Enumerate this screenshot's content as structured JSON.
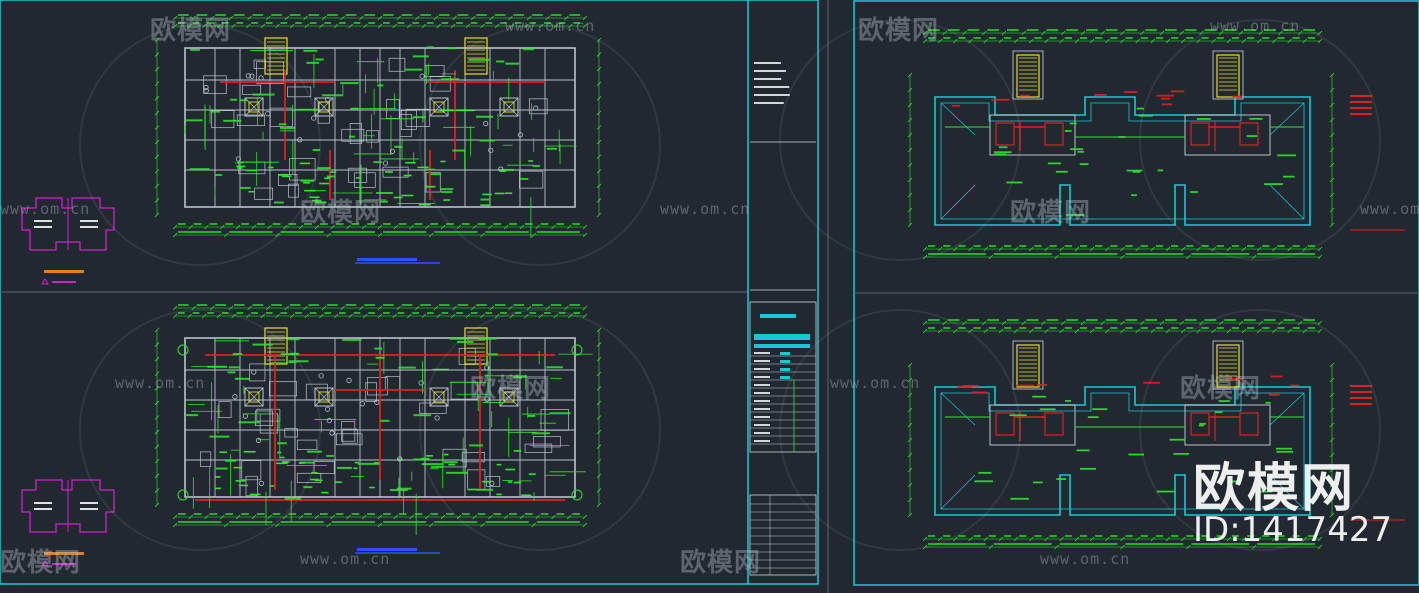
{
  "watermark": {
    "brand": "欧模网",
    "url": "www.om.cn",
    "url_short": "www.om.cn",
    "id_text": "ID:1417427"
  },
  "colors": {
    "background": "#212830",
    "frame": "#18c8d8",
    "wall": "#b8c4cc",
    "red": "#e02020",
    "green": "#2ee62e",
    "yellow": "#e8e020",
    "magenta": "#d020d0",
    "blue": "#3050ff"
  },
  "labels": {
    "plan_title_top_left": "",
    "plan_title_bottom_left": "",
    "plan_title_top_right": "",
    "plan_title_bottom_right": "",
    "dimension_total": "27300"
  }
}
